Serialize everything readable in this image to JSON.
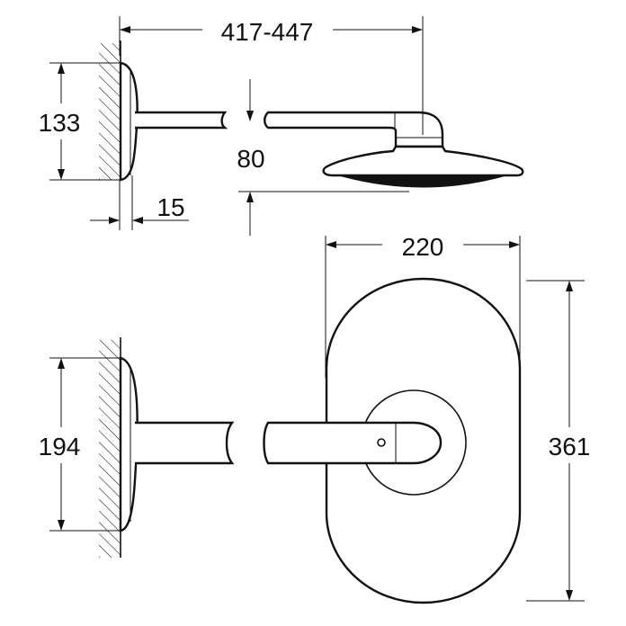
{
  "dimensions": {
    "arm_length": "417-447",
    "plate_height_side": "133",
    "head_drop": "80",
    "plate_depth": "15",
    "plate_width": "220",
    "plate_height_front": "194",
    "plate_total_height": "361"
  }
}
